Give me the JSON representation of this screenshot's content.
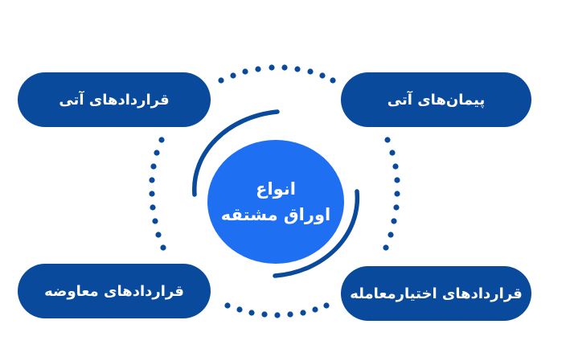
{
  "center": {
    "line1": "انواع",
    "line2": "اوراق مشتقه"
  },
  "items": {
    "top_left": "قراردادهای آتی",
    "top_right": "پیمان‌های آتی",
    "bottom_left": "قراردادهای معاوضه",
    "bottom_right": "قراردادهای اختیارمعامله"
  },
  "colors": {
    "pill": "#0a4a9c",
    "center": "#1f6ff2",
    "dots": "#0a4a9c",
    "arc": "#0a4a9c"
  }
}
